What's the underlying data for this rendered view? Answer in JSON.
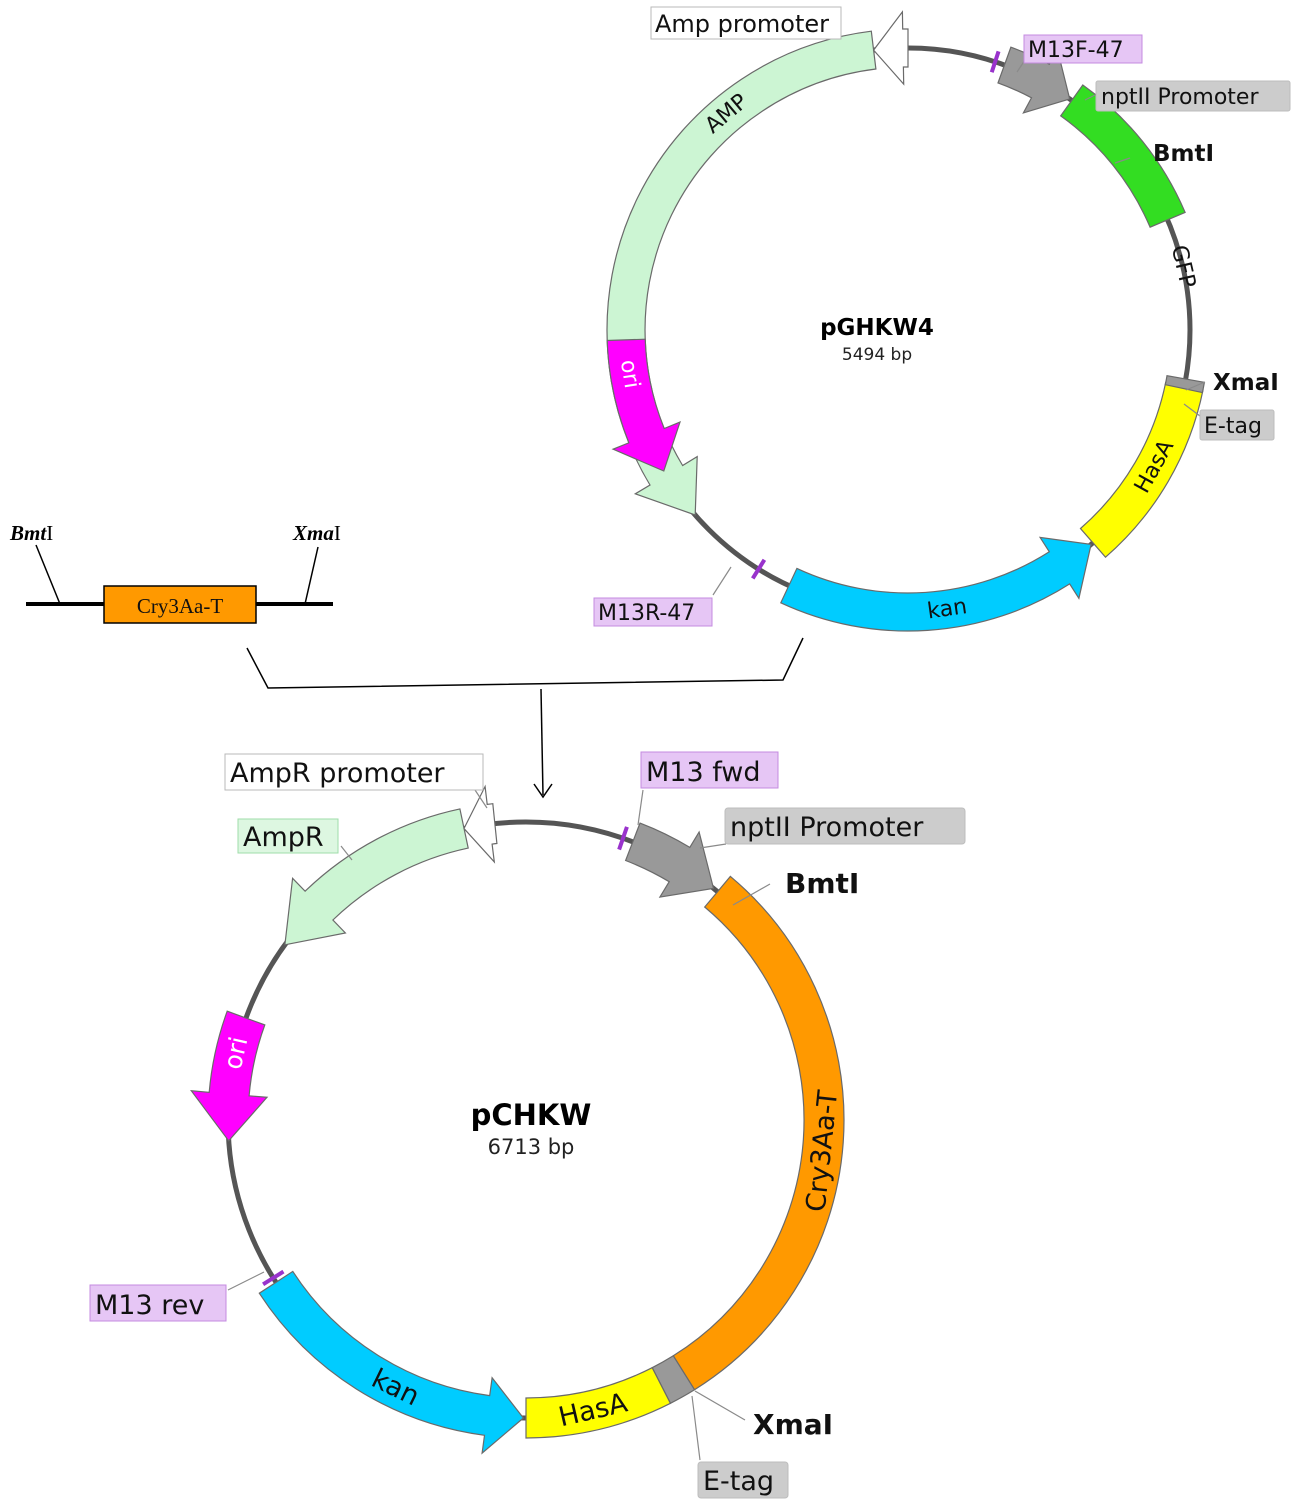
{
  "plasmids": [
    {
      "id": "pghkw4",
      "name": "pGHKW4",
      "size": "5494 bp",
      "features": {
        "amp_promoter": {
          "label": "Amp promoter"
        },
        "amp": {
          "label": "AMP"
        },
        "ori": {
          "label": "ori"
        },
        "primer_fwd": {
          "label": "M13F-47"
        },
        "promoter": {
          "label": "nptII Promoter"
        },
        "gene": {
          "label": "GFP"
        },
        "tag": {
          "label": "E-tag"
        },
        "hasa": {
          "label": "HasA"
        },
        "kan": {
          "label": "kan"
        },
        "primer_rev": {
          "label": "M13R-47"
        }
      },
      "sites": {
        "bmti": "BmtI",
        "xmai": "XmaI"
      }
    },
    {
      "id": "pchkw",
      "name": "pCHKW",
      "size": "6713 bp",
      "features": {
        "amp_promoter": {
          "label": "AmpR promoter"
        },
        "amp": {
          "label": "AmpR"
        },
        "ori": {
          "label": "ori"
        },
        "primer_fwd": {
          "label": "M13 fwd"
        },
        "promoter": {
          "label": "nptII Promoter"
        },
        "gene": {
          "label": "Cry3Aa-T"
        },
        "tag": {
          "label": "E-tag"
        },
        "hasa": {
          "label": "HasA"
        },
        "kan": {
          "label": "kan"
        },
        "primer_rev": {
          "label": "M13 rev"
        }
      },
      "sites": {
        "bmti": "BmtI",
        "xmai": "XmaI"
      }
    }
  ],
  "insert": {
    "gene": "Cry3Aa-T",
    "left_site": {
      "italic": "Bmt",
      "roman": "I"
    },
    "right_site": {
      "italic": "Xma",
      "roman": "I"
    }
  },
  "colors": {
    "backbone": "#555555",
    "amp": "#ccf5d3",
    "ori": "#ff00ff",
    "promoter": "#999999",
    "gfp": "#33dd22",
    "cry": "#ff9900",
    "hasa": "#ffff00",
    "kan": "#00ccff",
    "etag": "#999999",
    "primer": "#9933cc",
    "primer_label_fill": "#e6c6f5",
    "primer_label_stroke": "#c48be0",
    "grey_label_fill": "#cccccc",
    "amp_label_fill": "#ddf7e1",
    "amp_label_stroke": "#9fdcaa"
  }
}
